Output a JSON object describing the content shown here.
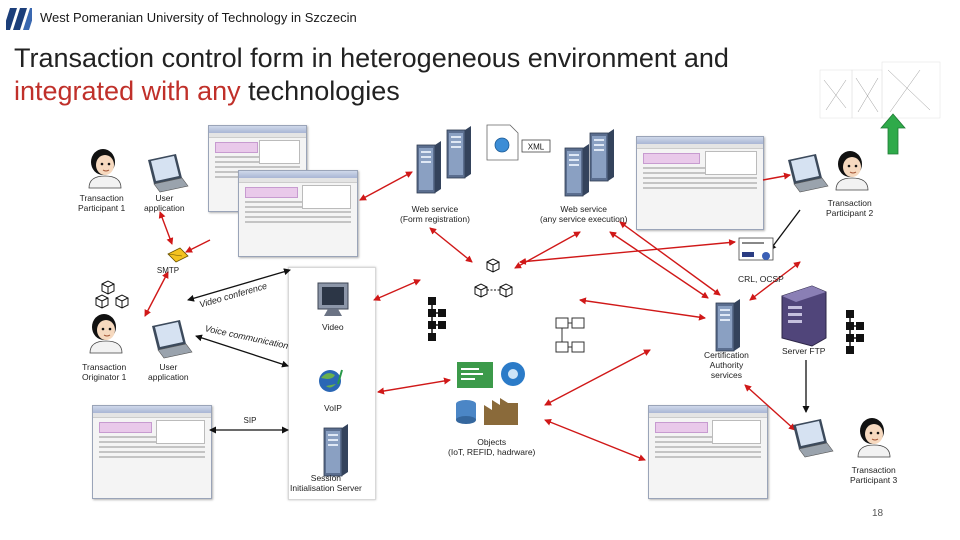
{
  "header": {
    "university": "West Pomeranian University of Technology in Szczecin"
  },
  "title": {
    "line1": "Transaction control form in heterogeneous environment and",
    "line2_red": "integrated with any",
    "line2_rest": " technologies"
  },
  "nodes": {
    "participant1": "Transaction\nParticipant 1",
    "user_app_top": "User\napplication",
    "web_service_form": "Web service\n(Form registration)",
    "web_service_any": "Web service\n(any service execution)",
    "participant2": "Transaction\nParticipant 2",
    "crl_ocsp": "CRL, OCSP",
    "originator": "Transaction\nOriginator 1",
    "user_app_bottom": "User\napplication",
    "cert_authority": "Certification\nAuthority\nservices",
    "server_ftp": "Server FTP",
    "participant3": "Transaction\nParticipant 3",
    "objects": "Objects\n(IoT, REFID, hadrware)",
    "xml_badge": "XML"
  },
  "panel": {
    "video": "Video",
    "voip": "VoIP",
    "session": "Session\nInitialisation Server"
  },
  "edges": {
    "smtp": "SMTP",
    "video_conference": "Video conference",
    "voice_communication": "Voice communication",
    "sip": "SIP"
  },
  "page_number": "18",
  "colors": {
    "title_red": "#c0302a",
    "arrow_red": "#d01818",
    "arrow_black": "#111111",
    "up_arrow_green": "#2faa4a",
    "form_pink": "#e9c9ea"
  }
}
